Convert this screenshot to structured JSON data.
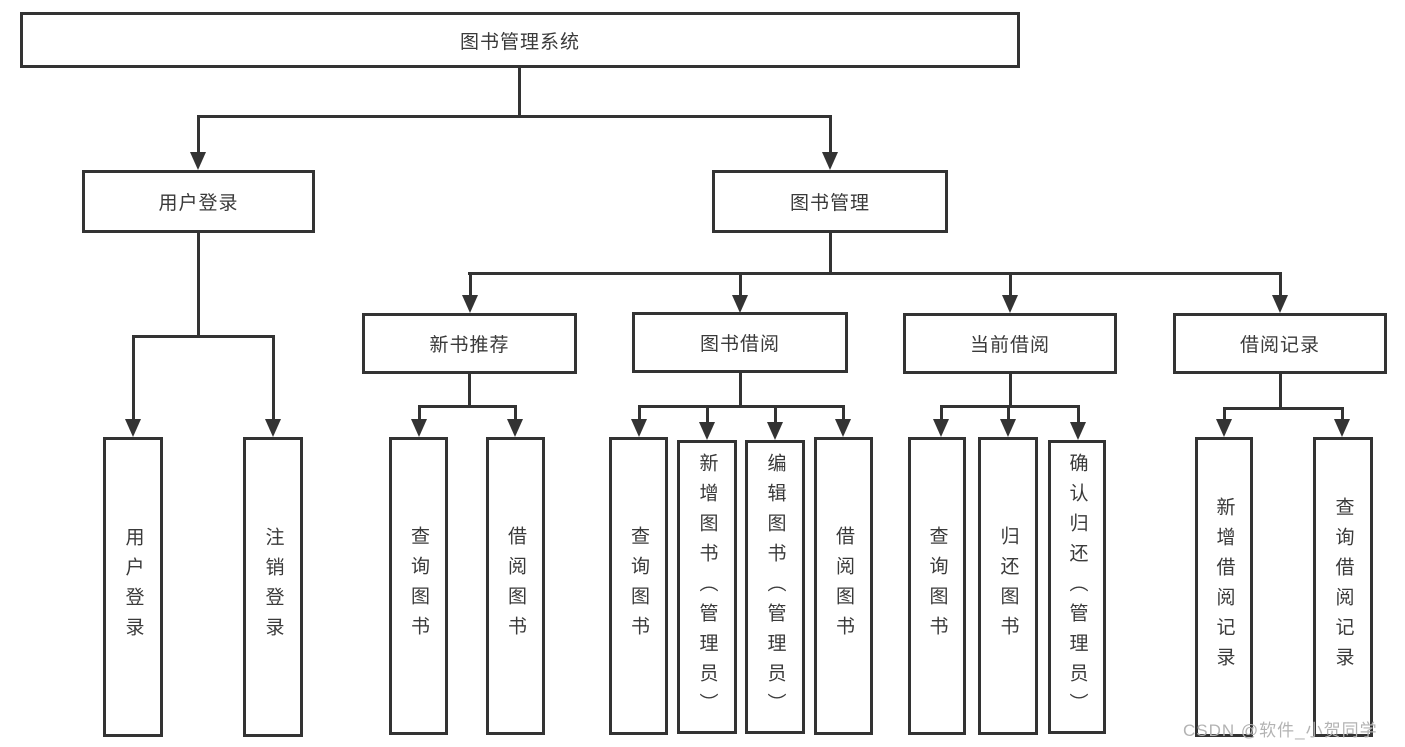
{
  "colors": {
    "line": "#333333",
    "text": "#3a3a3a",
    "box_background": "#ffffff",
    "watermark": "#b3b3b3",
    "background": "#ffffff"
  },
  "diagram": {
    "root": {
      "label": "图书管理系统"
    },
    "level2": [
      {
        "label": "用户登录"
      },
      {
        "label": "图书管理"
      }
    ],
    "level3": [
      {
        "label": "新书推荐"
      },
      {
        "label": "图书借阅"
      },
      {
        "label": "当前借阅"
      },
      {
        "label": "借阅记录"
      }
    ],
    "leaves": {
      "user_login": [
        {
          "label": "用户登录"
        },
        {
          "label": "注销登录"
        }
      ],
      "new_book_recommend": [
        {
          "label": "查询图书"
        },
        {
          "label": "借阅图书"
        }
      ],
      "book_borrow": [
        {
          "label": "查询图书"
        },
        {
          "label": "新增图书（管理员）"
        },
        {
          "label": "编辑图书（管理员）"
        },
        {
          "label": "借阅图书"
        }
      ],
      "current_borrow": [
        {
          "label": "查询图书"
        },
        {
          "label": "归还图书"
        },
        {
          "label": "确认归还（管理员）"
        }
      ],
      "borrow_records": [
        {
          "label": "新增借阅记录"
        },
        {
          "label": "查询借阅记录"
        }
      ]
    }
  },
  "watermark": {
    "text": "CSDN @软件_小贺同学"
  }
}
